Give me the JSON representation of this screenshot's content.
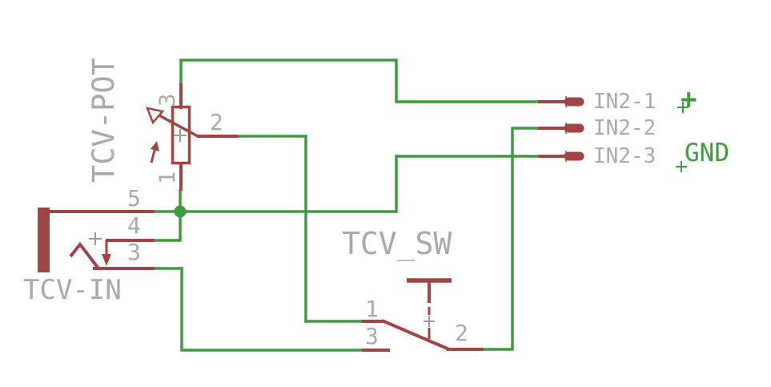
{
  "colors": {
    "background": "#ffffff",
    "wire_green": "#3f9a40",
    "component_red": "#a04545",
    "label_gray": "#a9a9a9",
    "cross_gray": "#9a9a9a"
  },
  "pot": {
    "name": "TCV-POT",
    "pin_top": "3",
    "pin_wiper": "2",
    "pin_bottom": "1"
  },
  "jack": {
    "name": "TCV-IN",
    "pin_sleeve": "5",
    "pin_switch": "4",
    "pin_tip": "3"
  },
  "switch": {
    "name": "TCV_SW",
    "pin_common": "1",
    "pin_nc": "3",
    "pin_no": "2"
  },
  "header": {
    "pin_1": "IN2-1",
    "pin_2": "IN2-2",
    "pin_3": "IN2-3"
  },
  "net_labels": {
    "plus": "+",
    "gnd": "GND"
  }
}
